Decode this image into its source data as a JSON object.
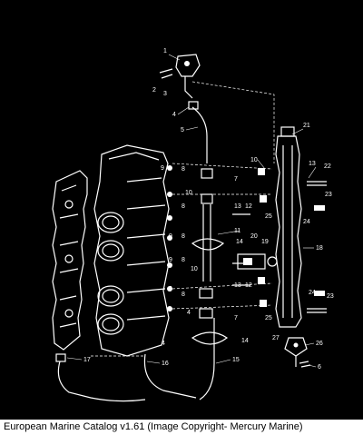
{
  "diagram": {
    "callouts": [
      "1",
      "2",
      "3",
      "4",
      "5",
      "6",
      "7",
      "8",
      "9",
      "10",
      "11",
      "12",
      "13",
      "14",
      "15",
      "16",
      "17",
      "18",
      "19",
      "20",
      "21",
      "22",
      "23",
      "24",
      "25",
      "26",
      "27"
    ]
  },
  "caption": "European Marine Catalog v1.61 (Image Copyright- Mercury Marine)"
}
